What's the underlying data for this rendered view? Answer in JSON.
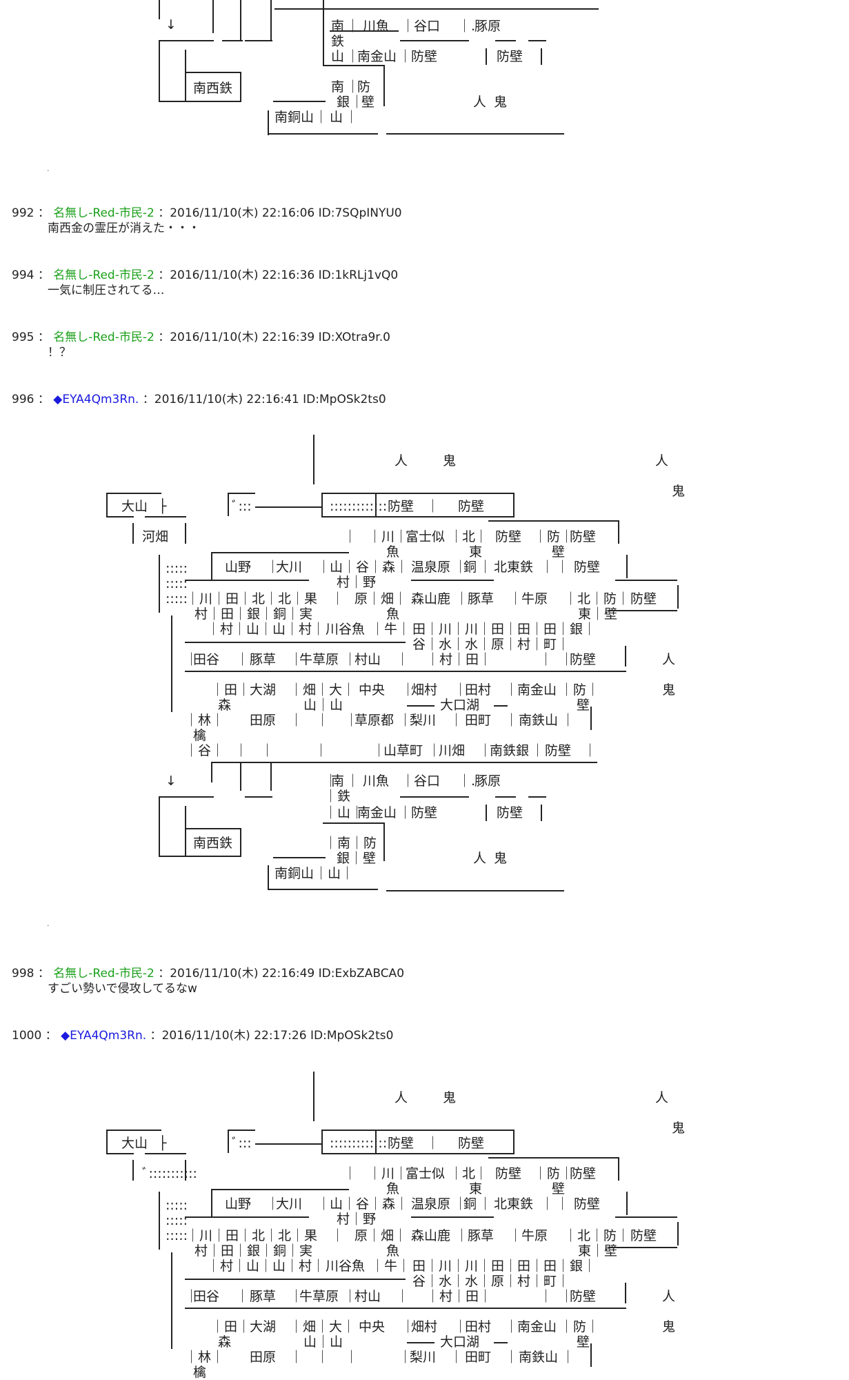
{
  "posts": [
    {
      "num": "992",
      "name": "名無し-Red-市民-2",
      "date": "2016/11/10(木) 22:16:06",
      "id": "ID:7SQpINYU0",
      "body": "南西金の霊圧が消えた・・・"
    },
    {
      "num": "994",
      "name": "名無し-Red-市民-2",
      "date": "2016/11/10(木) 22:16:36",
      "id": "ID:1kRLj1vQ0",
      "body": "一気に制圧されてる…"
    },
    {
      "num": "995",
      "name": "名無し-Red-市民-2",
      "date": "2016/11/10(木) 22:16:39",
      "id": "ID:XOtra9r.0",
      "body": "！？"
    },
    {
      "num": "996",
      "name": "◆EYA4Qm3Rn.",
      "date": "2016/11/10(木) 22:16:41",
      "id": "ID:MpOSk2ts0",
      "body": ""
    },
    {
      "num": "998",
      "name": "名無し-Red-市民-2",
      "date": "2016/11/10(木) 22:16:49",
      "id": "ID:ExbZABCA0",
      "body": "すごい勢いで侵攻してるなw"
    },
    {
      "num": "1000",
      "name": "◆EYA4Qm3Rn.",
      "date": "2016/11/10(木) 22:17:26",
      "id": "ID:MpOSk2ts0",
      "body": ""
    }
  ],
  "labels": {
    "oyama": "大山",
    "kawabata": "河畑",
    "yamano": "山野",
    "okawa": "大川",
    "bouheki": "防壁",
    "fujinin": "富士似",
    "kita": "北",
    "higashi": "東",
    "onsengen": "温泉原",
    "do": "銅",
    "kitatotetsu": "北東鉄",
    "sanrokushika": "森山鹿",
    "butakusa": "豚草",
    "ushihara": "牛原",
    "kawadanigyo": "川谷魚",
    "tadani": "田谷",
    "ushikusahara": "牛草原",
    "murayama": "村山",
    "daiko": "大湖",
    "chuo": "中央",
    "hatamura": "畑村",
    "tamura": "田村",
    "nankinzan": "南金山",
    "daikoko": "大口湖",
    "tahara": "田原",
    "kusaharato": "草原都",
    "rikawa": "梨川",
    "tamachi": "田町",
    "nantetsuzan": "南鉄山",
    "yamakusamachi": "山草町",
    "kawabata2": "川畑",
    "nantetsugin": "南鉄銀",
    "minami": "南",
    "kawauo": "川魚",
    "taniguchi": "谷口",
    "butahara": "豚原",
    "nanseitetsu": "南西鉄",
    "nandouzan": "南銅山",
    "hito": "人",
    "oni": "鬼"
  }
}
